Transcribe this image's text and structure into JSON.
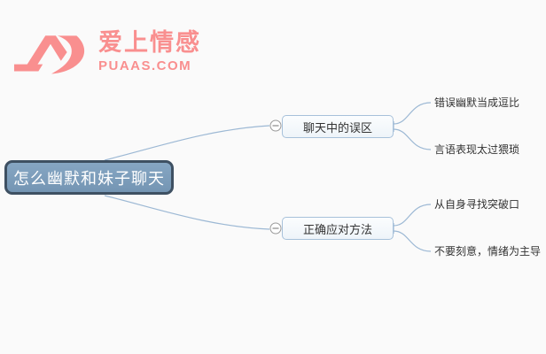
{
  "page": {
    "background_color": "#fafafa"
  },
  "logo": {
    "brand_name": "爱上情感",
    "brand_domain": "PUAAS.COM",
    "color": "#f98f8f"
  },
  "mindmap": {
    "line_color": "#9cb8d4",
    "root": {
      "label": "怎么幽默和妹子聊天",
      "fill": "#7b9cba",
      "border_color": "#3e5062",
      "text_color": "#ffffff"
    },
    "branch_style": {
      "fill": "#f5f8fb",
      "border_color": "#a7c1da",
      "text_color": "#333333"
    },
    "branches": [
      {
        "label": "聊天中的误区",
        "expander": "minus",
        "children": [
          {
            "label": "错误幽默当成逗比"
          },
          {
            "label": "言语表现太过猥琐"
          }
        ]
      },
      {
        "label": "正确应对方法",
        "expander": "minus",
        "children": [
          {
            "label": "从自身寻找突破口"
          },
          {
            "label": "不要刻意，情绪为主导"
          }
        ]
      }
    ]
  }
}
